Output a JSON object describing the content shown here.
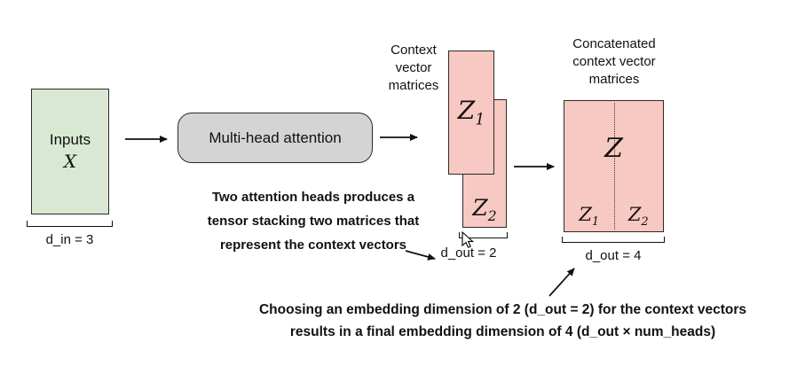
{
  "inputs": {
    "label": "Inputs",
    "symbol": "X",
    "dim_label": "d_in = 3"
  },
  "mha": {
    "label": "Multi-head attention"
  },
  "context": {
    "caption_lines": [
      "Context",
      "vector",
      "matrices"
    ],
    "z1": {
      "base": "Z",
      "sub": "1"
    },
    "z2": {
      "base": "Z",
      "sub": "2"
    },
    "dim_label": "d_out = 2"
  },
  "concat": {
    "caption_lines": [
      "Concatenated",
      "context vector",
      "matrices"
    ],
    "z": "Z",
    "z1": {
      "base": "Z",
      "sub": "1"
    },
    "z2": {
      "base": "Z",
      "sub": "2"
    },
    "dim_label": "d_out = 4"
  },
  "annotations": {
    "stacking_lines": [
      "Two attention heads produces a",
      "tensor stacking two matrices that",
      "represent the context vectors"
    ],
    "embedding_lines": [
      "Choosing an embedding dimension of 2 (d_out = 2) for the context vectors",
      "results in a final embedding dimension of 4 (d_out × num_heads)"
    ]
  },
  "colors": {
    "input_fill": "#d9e8d2",
    "mha_fill": "#d4d4d4",
    "matrix_fill": "#f8c8c2",
    "arrow": "#111111"
  }
}
